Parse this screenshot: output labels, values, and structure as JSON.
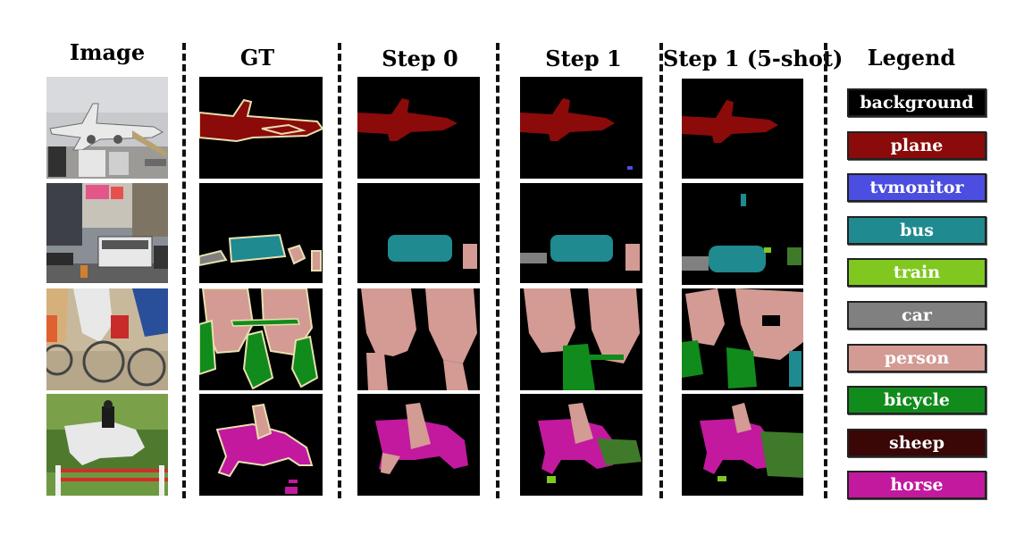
{
  "headers": {
    "image": "Image",
    "gt": "GT",
    "step0": "Step 0",
    "step1": "Step 1",
    "step1_5shot": "Step 1 (5-shot)",
    "legend": "Legend"
  },
  "legend": [
    {
      "label": "background",
      "color": "#000000"
    },
    {
      "label": "plane",
      "color": "#8b0a0a"
    },
    {
      "label": "tvmonitor",
      "color": "#4b4ee0"
    },
    {
      "label": "bus",
      "color": "#1f8a8f"
    },
    {
      "label": "train",
      "color": "#80c820"
    },
    {
      "label": "car",
      "color": "#808080"
    },
    {
      "label": "person",
      "color": "#d39b93"
    },
    {
      "label": "bicycle",
      "color": "#118b1b"
    },
    {
      "label": "sheep",
      "color": "#3a0606"
    },
    {
      "label": "horse",
      "color": "#c2199f"
    }
  ],
  "rows": [
    {
      "scene": "airport"
    },
    {
      "scene": "street"
    },
    {
      "scene": "cyclists"
    },
    {
      "scene": "show-jumping"
    }
  ]
}
